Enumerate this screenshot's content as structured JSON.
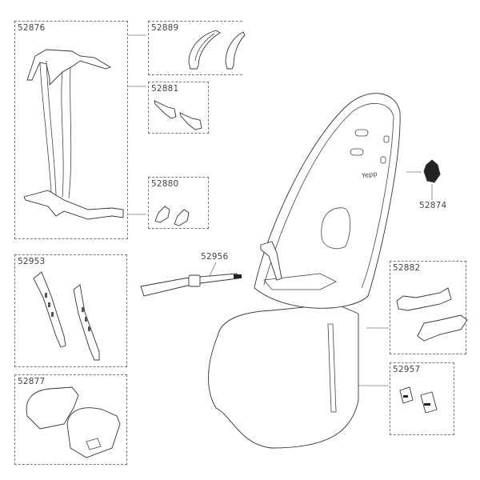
{
  "parts": [
    {
      "id": "harness",
      "number": "52876"
    },
    {
      "id": "shoulder-pads",
      "number": "52889"
    },
    {
      "id": "buckle-tongues",
      "number": "52881"
    },
    {
      "id": "strap-adjusters",
      "number": "52880"
    },
    {
      "id": "reflector",
      "number": "52874"
    },
    {
      "id": "foot-strap",
      "number": "52956"
    },
    {
      "id": "foot-rest-straps",
      "number": "52953"
    },
    {
      "id": "foot-rests",
      "number": "52877"
    },
    {
      "id": "mounting-brackets",
      "number": "52882"
    },
    {
      "id": "lock-parts",
      "number": "52957"
    }
  ],
  "seat": {
    "logo_text": "Yepp"
  },
  "colors": {
    "line": "#333333",
    "dashed_border": "#777777",
    "reflector": "#222222"
  }
}
